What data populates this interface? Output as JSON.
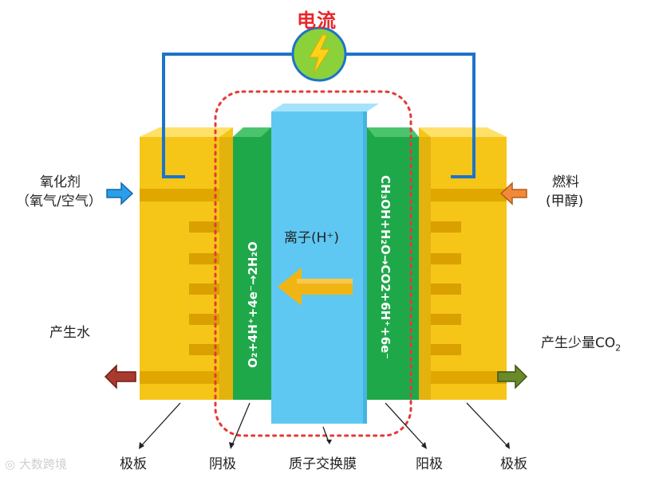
{
  "diagram": {
    "title": "电流",
    "oxidant": {
      "line1": "氧化剂",
      "line2": "（氧气/空气）"
    },
    "fuel": {
      "line1": "燃料",
      "line2": "(甲醇)"
    },
    "water_out": "产生水",
    "co2_out_prefix": "产生少量CO",
    "co2_out_sub": "2",
    "ion_label": "离子(H⁺)",
    "cathode_reaction": "O₂+4H⁺+4e⁻→2H₂O",
    "anode_reaction": "CH₃OH+H₂O→CO2+6H⁺+6e⁻",
    "parts": {
      "plate_left": "极板",
      "cathode": "阴极",
      "membrane": "质子交换膜",
      "anode": "阳极",
      "plate_right": "极板"
    },
    "watermark": "大数跨境"
  },
  "colors": {
    "plate": "#f5c518",
    "plate_shadow": "#d9a400",
    "electrode": "#1fa84a",
    "membrane": "#5ec8f2",
    "wire": "#1c74c9",
    "dotted": "#e53935",
    "bolt_bg": "#8bd13a",
    "bolt": "#ffd21a",
    "ion_arrow": "#f0b515",
    "in_arrow_left": "#2a9ee8",
    "in_arrow_right": "#f08a3a",
    "out_arrow_left": "#a93a2e",
    "out_arrow_right": "#6a8a2a"
  }
}
